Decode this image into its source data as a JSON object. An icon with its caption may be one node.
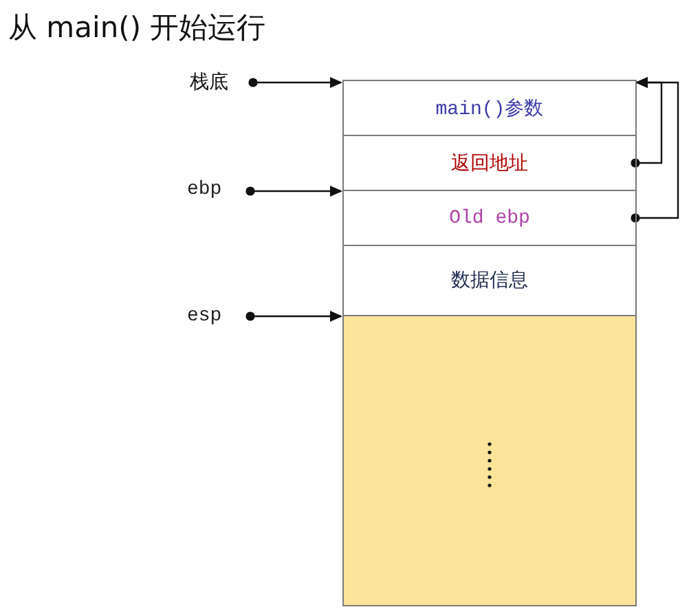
{
  "diagram": {
    "title": "从 main() 开始运行",
    "nodes": [
      {
        "text": [
          "栈底"
        ]
      },
      {
        "text": [
          "ebp"
        ]
      },
      {
        "text": [
          "esp"
        ]
      },
      {
        "text": [
          "main()参数"
        ]
      },
      {
        "text": [
          "返回地址"
        ]
      },
      {
        "text": [
          "Old ebp"
        ]
      },
      {
        "text": [
          "数据信息"
        ]
      },
      {
        "text": [],
        "shape": "box"
      }
    ],
    "edges": [
      {
        "from": 0,
        "to": 3,
        "arrow": "to"
      },
      {
        "from": 1,
        "to": 5,
        "arrow": "to"
      },
      {
        "from": 2,
        "to": 7,
        "arrow": "to"
      },
      {
        "from": 4,
        "to": 3,
        "arrow": "to"
      },
      {
        "from": 5,
        "to": 3,
        "arrow": "to"
      }
    ]
  }
}
